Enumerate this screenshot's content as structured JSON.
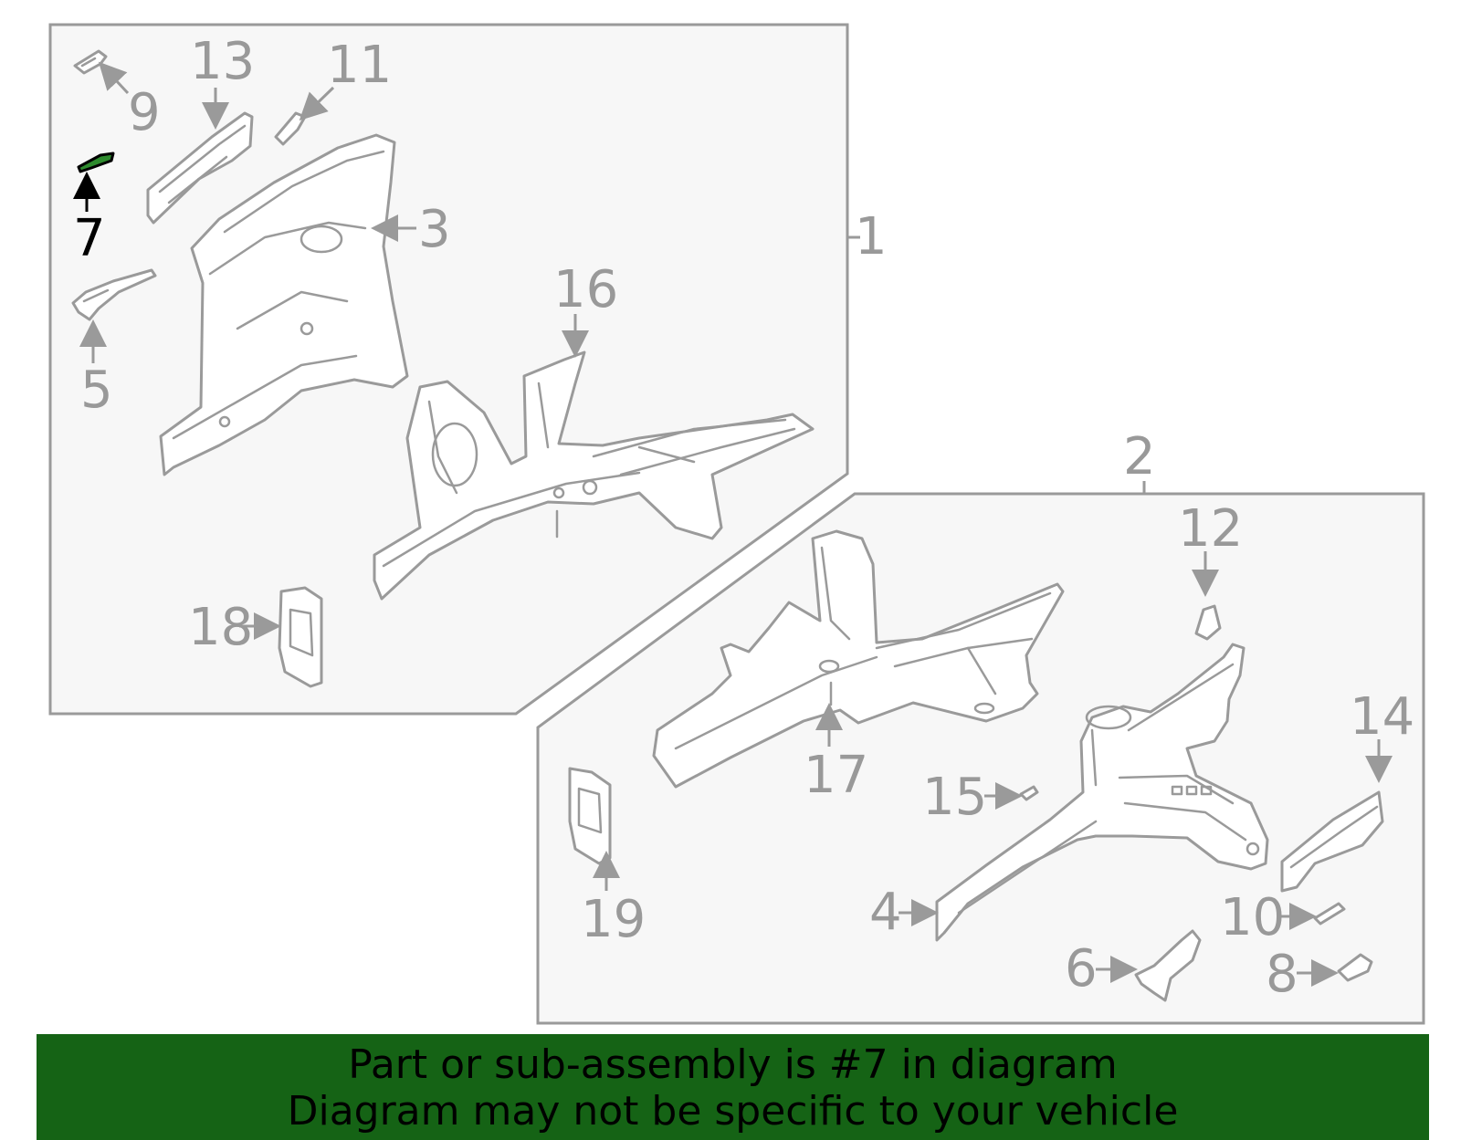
{
  "callouts": {
    "c1": "1",
    "c2": "2",
    "c3": "3",
    "c4": "4",
    "c5": "5",
    "c6": "6",
    "c7": "7",
    "c8": "8",
    "c9": "9",
    "c10": "10",
    "c11": "11",
    "c12": "12",
    "c13": "13",
    "c14": "14",
    "c15": "15",
    "c16": "16",
    "c17": "17",
    "c18": "18",
    "c19": "19"
  },
  "highlighted_part": "7",
  "colors": {
    "banner": "#156315",
    "line": "#9a9a9a",
    "highlight_part": "#2e8b2e",
    "panel_fill": "#f7f7f7"
  },
  "banner": {
    "line1": "Part or sub-assembly is #7 in diagram",
    "line2": "Diagram may not be specific to your vehicle"
  }
}
